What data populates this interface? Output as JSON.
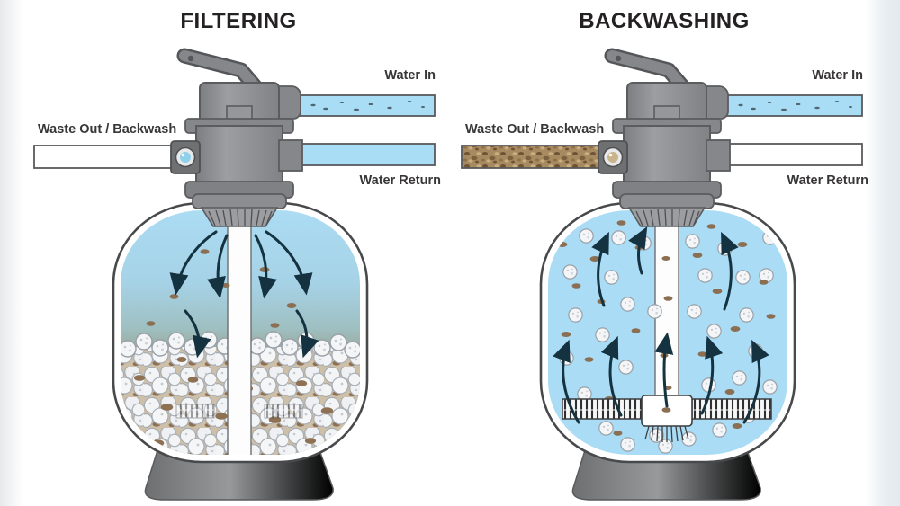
{
  "page": {
    "background": "#ffffff"
  },
  "filtering": {
    "title": "FILTERING",
    "water_in_label": "Water In",
    "waste_label": "Waste Out / Backwash",
    "water_return_label": "Water Return"
  },
  "backwashing": {
    "title": "BACKWASHING",
    "water_in_label": "Water In",
    "waste_label": "Waste Out / Backwash",
    "water_return_label": "Water Return"
  },
  "colors": {
    "clean_water": "#a9dcf5",
    "dirty_water": "#a88a60",
    "dirt_brown": "#8e7153",
    "valve_gray": "#8b8d90",
    "pedestal_gray": "#8f9193",
    "arrow_dark": "#14323f",
    "text_dark": "#383637"
  }
}
